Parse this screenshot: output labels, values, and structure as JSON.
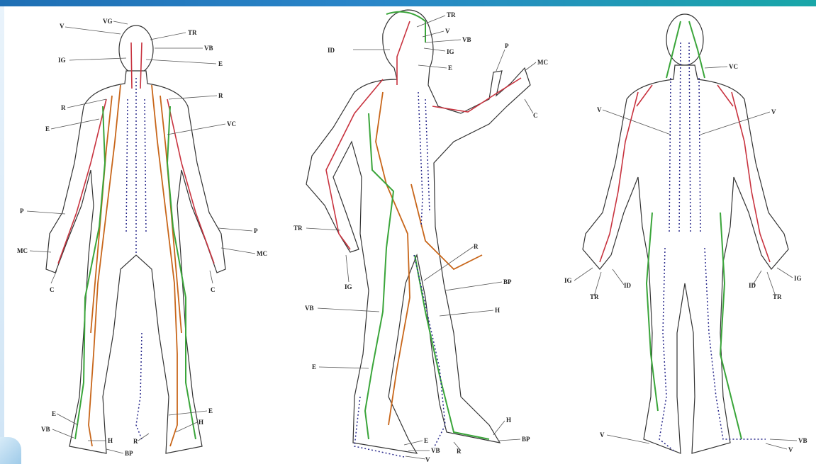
{
  "figures": [
    {
      "id": "front",
      "labels": {
        "vg": "VG",
        "v": "V",
        "tr": "TR",
        "vb": "VB",
        "ig": "IG",
        "e_head": "E",
        "r_left": "R",
        "r_right": "R",
        "e_chest": "E",
        "vc": "VC",
        "p_left": "P",
        "p_right": "P",
        "mc_left": "MC",
        "mc_right": "MC",
        "c_left": "C",
        "c_right": "C",
        "e_foot_left": "E",
        "vb_foot": "VB",
        "h_foot_left": "H",
        "bp": "BP",
        "e_foot_right": "E",
        "h_foot_right": "H",
        "r_foot": "R"
      }
    },
    {
      "id": "side",
      "labels": {
        "tr_head": "TR",
        "v": "V",
        "vb_head": "VB",
        "ig_head": "IG",
        "id": "ID",
        "e_head": "E",
        "p": "P",
        "mc": "MC",
        "c": "C",
        "tr_hand": "TR",
        "ig_hand": "IG",
        "r": "R",
        "bp": "BP",
        "h": "H",
        "vb_leg": "VB",
        "e_leg": "E",
        "e_foot": "E",
        "vb_foot": "VB",
        "v_foot": "V",
        "r_foot": "R",
        "h_foot": "H",
        "bp_foot": "BP"
      }
    },
    {
      "id": "back",
      "labels": {
        "vc": "VC",
        "v_left": "V",
        "v_right": "V",
        "ig_left": "IG",
        "id_left": "ID",
        "tr_left": "TR",
        "id_right": "ID",
        "tr_right": "TR",
        "ig_right": "IG",
        "v_foot_left": "V",
        "vb_foot_right": "VB",
        "v_foot_right": "V"
      }
    }
  ]
}
